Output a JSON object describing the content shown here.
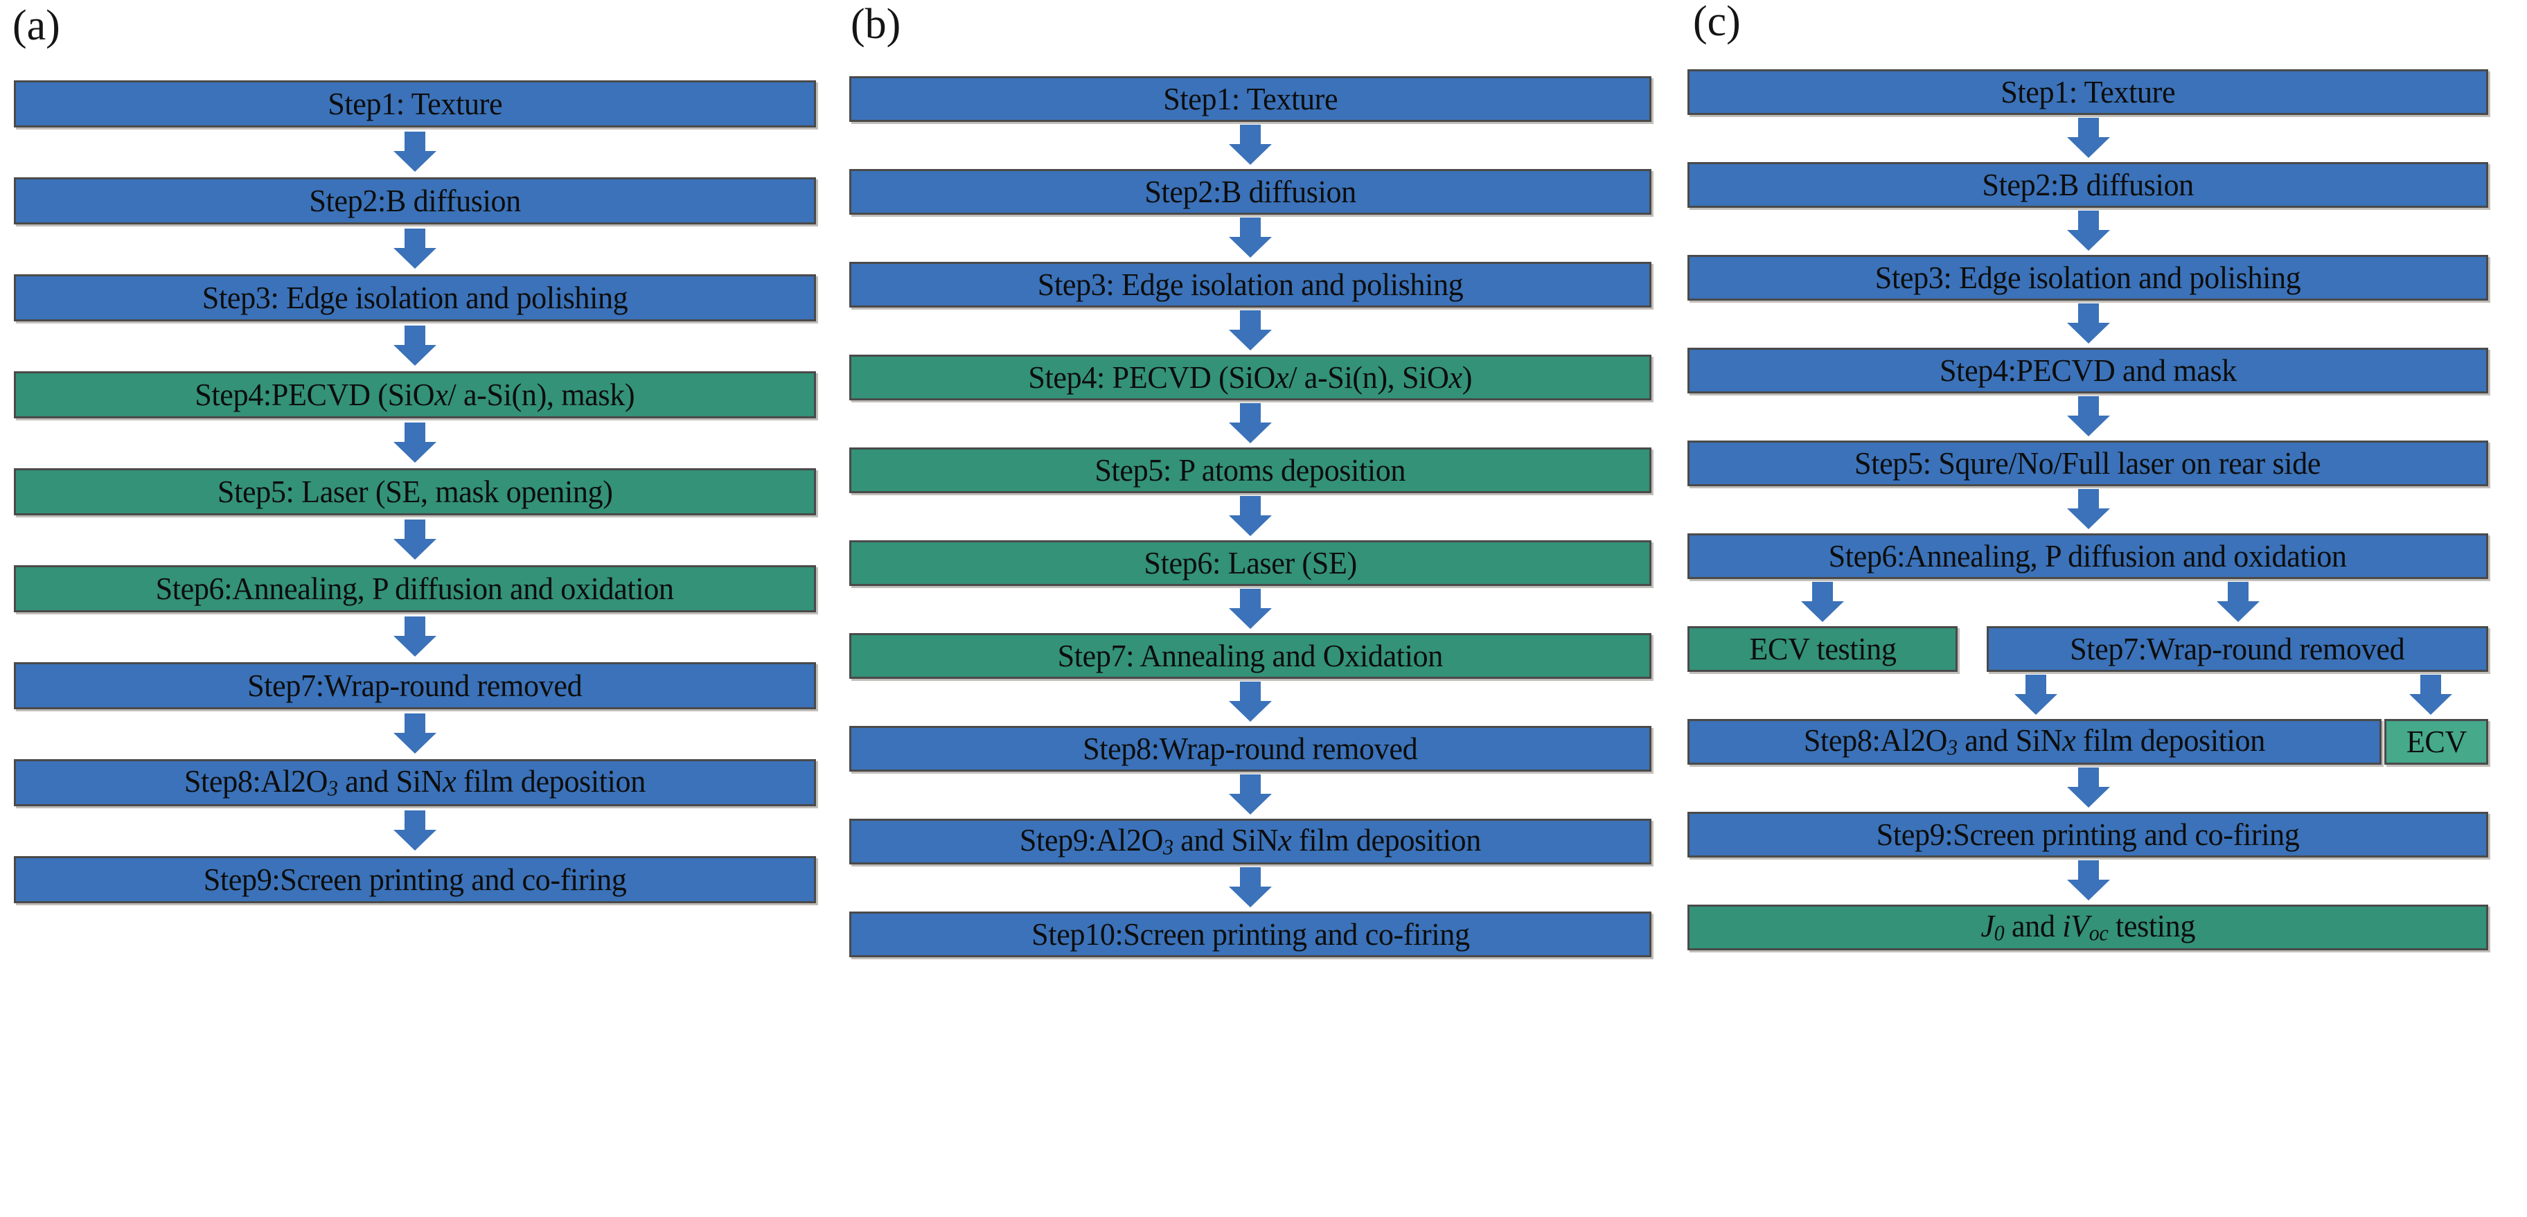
{
  "figure": {
    "type": "process-flowchart",
    "panels": [
      {
        "label": "(a)",
        "nodes": [
          {
            "text": "Step1: Texture",
            "color": "blue"
          },
          {
            "text": "Step2:B diffusion",
            "color": "blue"
          },
          {
            "text": "Step3: Edge isolation and polishing",
            "color": "blue"
          },
          {
            "text": "Step4:PECVD (SiOx/ a-Si(n), mask)",
            "color": "green"
          },
          {
            "text": "Step5: Laser (SE, mask opening)",
            "color": "green"
          },
          {
            "text": "Step6:Annealing, P diffusion and oxidation",
            "color": "green"
          },
          {
            "text": "Step7:Wrap-round removed",
            "color": "blue"
          },
          {
            "text": "Step8:Al2O3 and SiNx film deposition",
            "color": "blue"
          },
          {
            "text": "Step9:Screen printing and co-firing",
            "color": "blue"
          }
        ]
      },
      {
        "label": "(b)",
        "nodes": [
          {
            "text": "Step1: Texture",
            "color": "blue"
          },
          {
            "text": "Step2:B diffusion",
            "color": "blue"
          },
          {
            "text": "Step3: Edge isolation and polishing",
            "color": "blue"
          },
          {
            "text": "Step4: PECVD (SiOx/ a-Si(n), SiOx)",
            "color": "green"
          },
          {
            "text": "Step5: P atoms deposition",
            "color": "green"
          },
          {
            "text": "Step6: Laser (SE)",
            "color": "green"
          },
          {
            "text": "Step7: Annealing and Oxidation",
            "color": "green"
          },
          {
            "text": "Step8:Wrap-round removed",
            "color": "blue"
          },
          {
            "text": "Step9:Al2O3 and SiNx film deposition",
            "color": "blue"
          },
          {
            "text": "Step10:Screen printing and co-firing",
            "color": "blue"
          }
        ]
      },
      {
        "label": "(c)",
        "nodes": [
          {
            "text": "Step1: Texture",
            "color": "blue"
          },
          {
            "text": "Step2:B diffusion",
            "color": "blue"
          },
          {
            "text": "Step3: Edge isolation and polishing",
            "color": "blue"
          },
          {
            "text": "Step4:PECVD and mask",
            "color": "blue"
          },
          {
            "text": "Step5: Squre/No/Full laser on rear side",
            "color": "blue"
          },
          {
            "text": "Step6:Annealing, P diffusion and oxidation",
            "color": "blue"
          },
          {
            "text": "ECV testing",
            "color": "green"
          },
          {
            "text": "Step7:Wrap-round removed",
            "color": "blue"
          },
          {
            "text": "Step8:Al2O3 and SiNx film deposition",
            "color": "blue"
          },
          {
            "text": "ECV",
            "color": "green-light"
          },
          {
            "text": "Step9:Screen printing and co-firing",
            "color": "blue"
          },
          {
            "text": "J0 and iVoc testing",
            "color": "green"
          }
        ]
      }
    ],
    "colors": {
      "blue_box": "#3b72b9",
      "green_box": "#339278",
      "green_light_box": "#45a98a",
      "box_border": "#4a4a4a",
      "arrow": "#3b72b9",
      "text": "#0d0d0d",
      "background": "#ffffff"
    }
  }
}
